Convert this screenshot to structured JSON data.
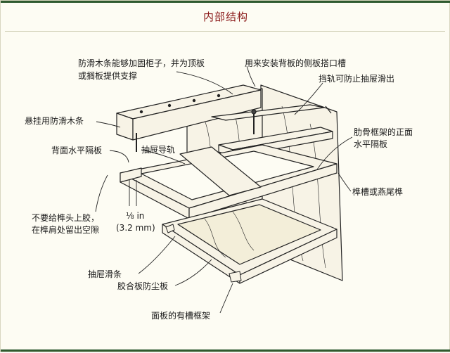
{
  "title": "内部结构",
  "labels": {
    "anti_slip_1": "防滑木条能够加固柜子，并为顶板",
    "anti_slip_2": "或搁板提供支撑",
    "back_groove": "用来安装背板的侧板搭口槽",
    "stop": "挡轨可防止抽屉滑出",
    "hanging_strip": "悬挂用防滑木条",
    "rear_rail": "背面水平隔板",
    "drawer_guide": "抽屉导轨",
    "front_rail_1": "肋骨框架的正面",
    "front_rail_2": "水平隔板",
    "joinery": "榫槽或燕尾榫",
    "glue_1": "不要给榫头上胶，",
    "glue_2": "在榫肩处留出空隙",
    "gap_1": "⅛ in",
    "gap_2": "(3.2 mm)",
    "runner": "抽屉滑条",
    "dust_panel": "胶合板防尘板",
    "panel_frame": "面板的有槽框架"
  },
  "colors": {
    "title": "#8b1a1a",
    "rule": "#2f5a2f",
    "background": "#fdfcf3",
    "wood": "#f7f3e6",
    "line": "#222222"
  }
}
